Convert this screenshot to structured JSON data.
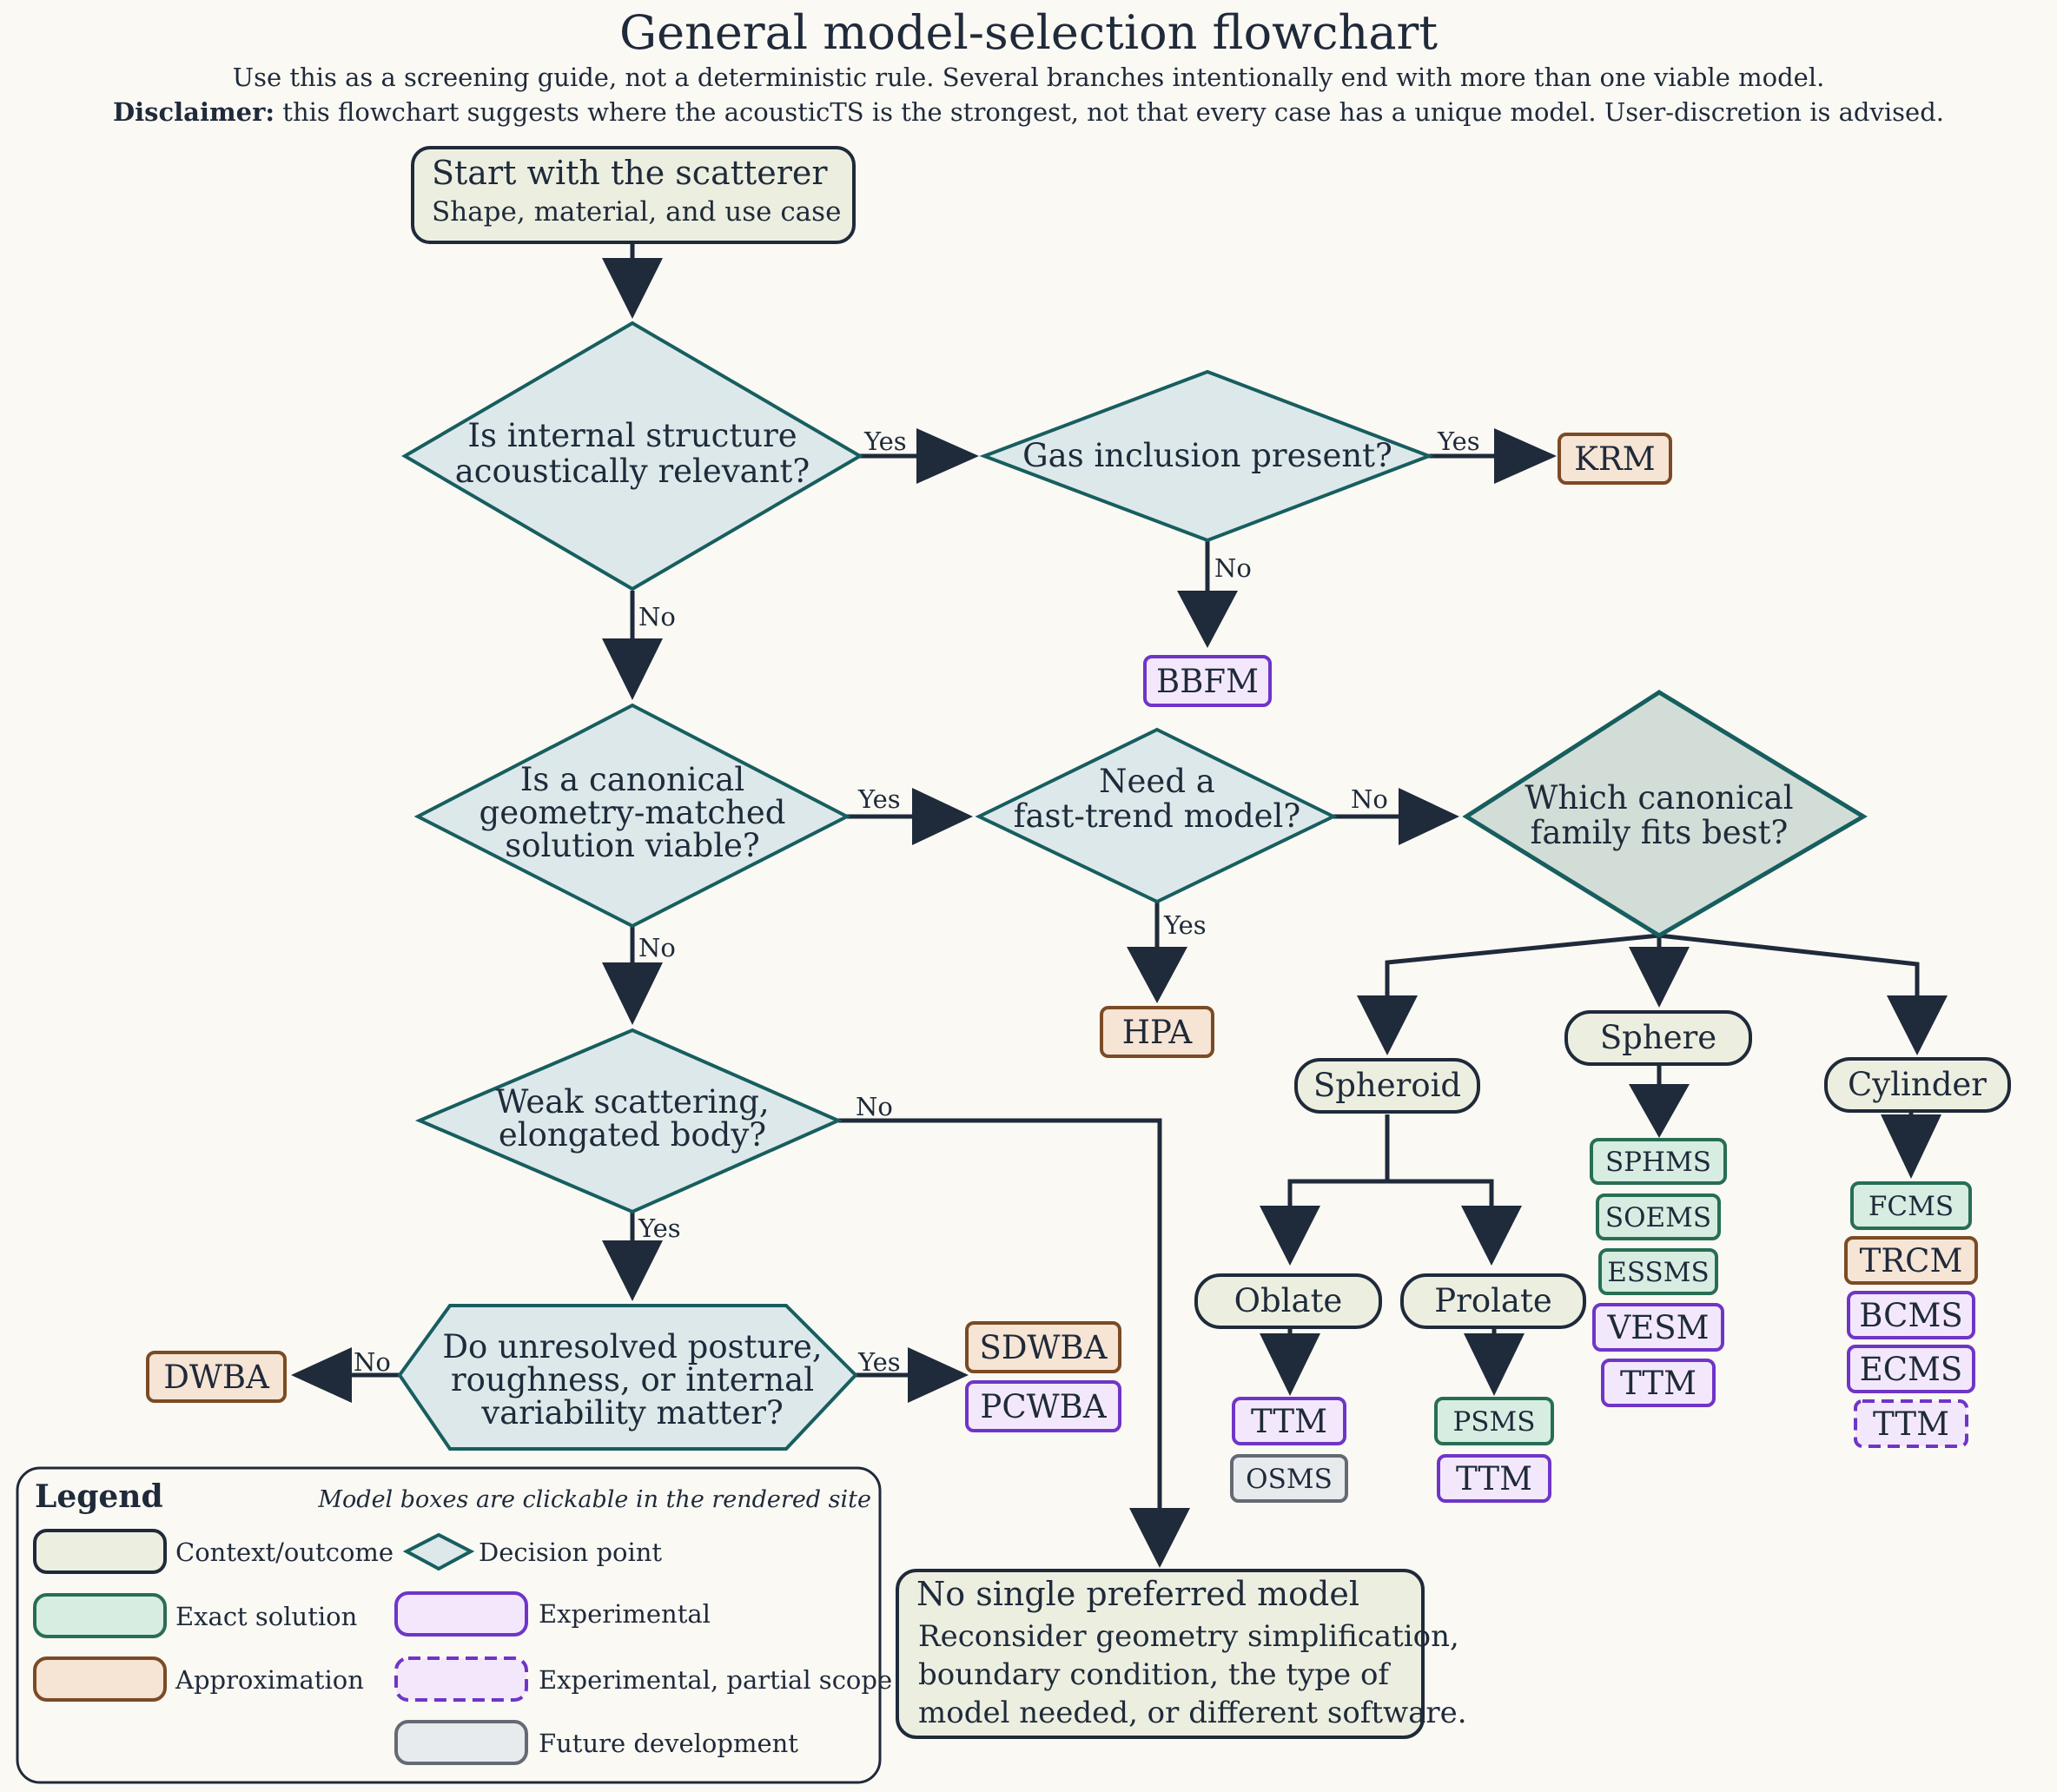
{
  "header": {
    "title": "General model-selection flowchart",
    "subtitle": "Use this as a screening guide, not a deterministic rule. Several branches intentionally end with more than one viable model.",
    "disclaimer_label": "Disclaimer:",
    "disclaimer_text": " this flowchart suggests where the acousticTS is the strongest, not that every case has a unique model. User-discretion is advised."
  },
  "start": {
    "title": "Start with the scatterer",
    "subtitle": "Shape, material, and use case"
  },
  "decisions": {
    "internal": [
      "Is internal structure",
      "acoustically relevant?"
    ],
    "gas": "Gas inclusion present?",
    "canonical": [
      "Is a canonical",
      "geometry-matched",
      "solution viable?"
    ],
    "fast": [
      "Need a",
      "fast-trend model?"
    ],
    "family": [
      "Which canonical",
      "family fits best?"
    ],
    "weak": [
      "Weak scattering,",
      "elongated body?"
    ],
    "posture": [
      "Do unresolved posture,",
      "roughness, or internal",
      "variability matter?"
    ]
  },
  "edge_labels": {
    "yes": "Yes",
    "no": "No"
  },
  "models": {
    "krm": "KRM",
    "bbfm": "BBFM",
    "hpa": "HPA",
    "dwba": "DWBA",
    "sdwba": "SDWBA",
    "pcwba": "PCWBA",
    "oblate_ttm": "TTM",
    "osms": "OSMS",
    "psms": "PSMS",
    "prolate_ttm": "TTM",
    "sphms": "SPHMS",
    "soems": "SOEMS",
    "essms": "ESSMS",
    "vesm": "VESM",
    "sphere_ttm": "TTM",
    "fcms": "FCMS",
    "trcm": "TRCM",
    "bcms": "BCMS",
    "ecms": "ECMS",
    "cylinder_ttm": "TTM"
  },
  "families": {
    "spheroid": "Spheroid",
    "sphere": "Sphere",
    "cylinder": "Cylinder",
    "oblate": "Oblate",
    "prolate": "Prolate"
  },
  "no_single": {
    "title": "No single preferred model",
    "lines": [
      "Reconsider geometry simplification,",
      "boundary condition, the type of",
      "model needed, or different software."
    ]
  },
  "legend": {
    "title": "Legend",
    "note": "Model boxes are clickable in the rendered site",
    "items": {
      "context": "Context/outcome",
      "decision": "Decision point",
      "exact": "Exact solution",
      "experimental": "Experimental",
      "approx": "Approximation",
      "partial": "Experimental, partial scope",
      "future": "Future development"
    }
  },
  "colors": {
    "ink": "#1f2a3a",
    "decision_fill": "#dde8ea",
    "decision_stroke": "#175e5f",
    "context_fill": "#ecefe0",
    "exact_fill": "#d8ede2",
    "exact_stroke": "#276e55",
    "approx_fill": "#f6e4d4",
    "approx_stroke": "#7b4b25",
    "experimental_fill": "#f3e8fb",
    "experimental_stroke": "#6f35c7",
    "future_fill": "#e8ebee",
    "future_stroke": "#636a73"
  }
}
